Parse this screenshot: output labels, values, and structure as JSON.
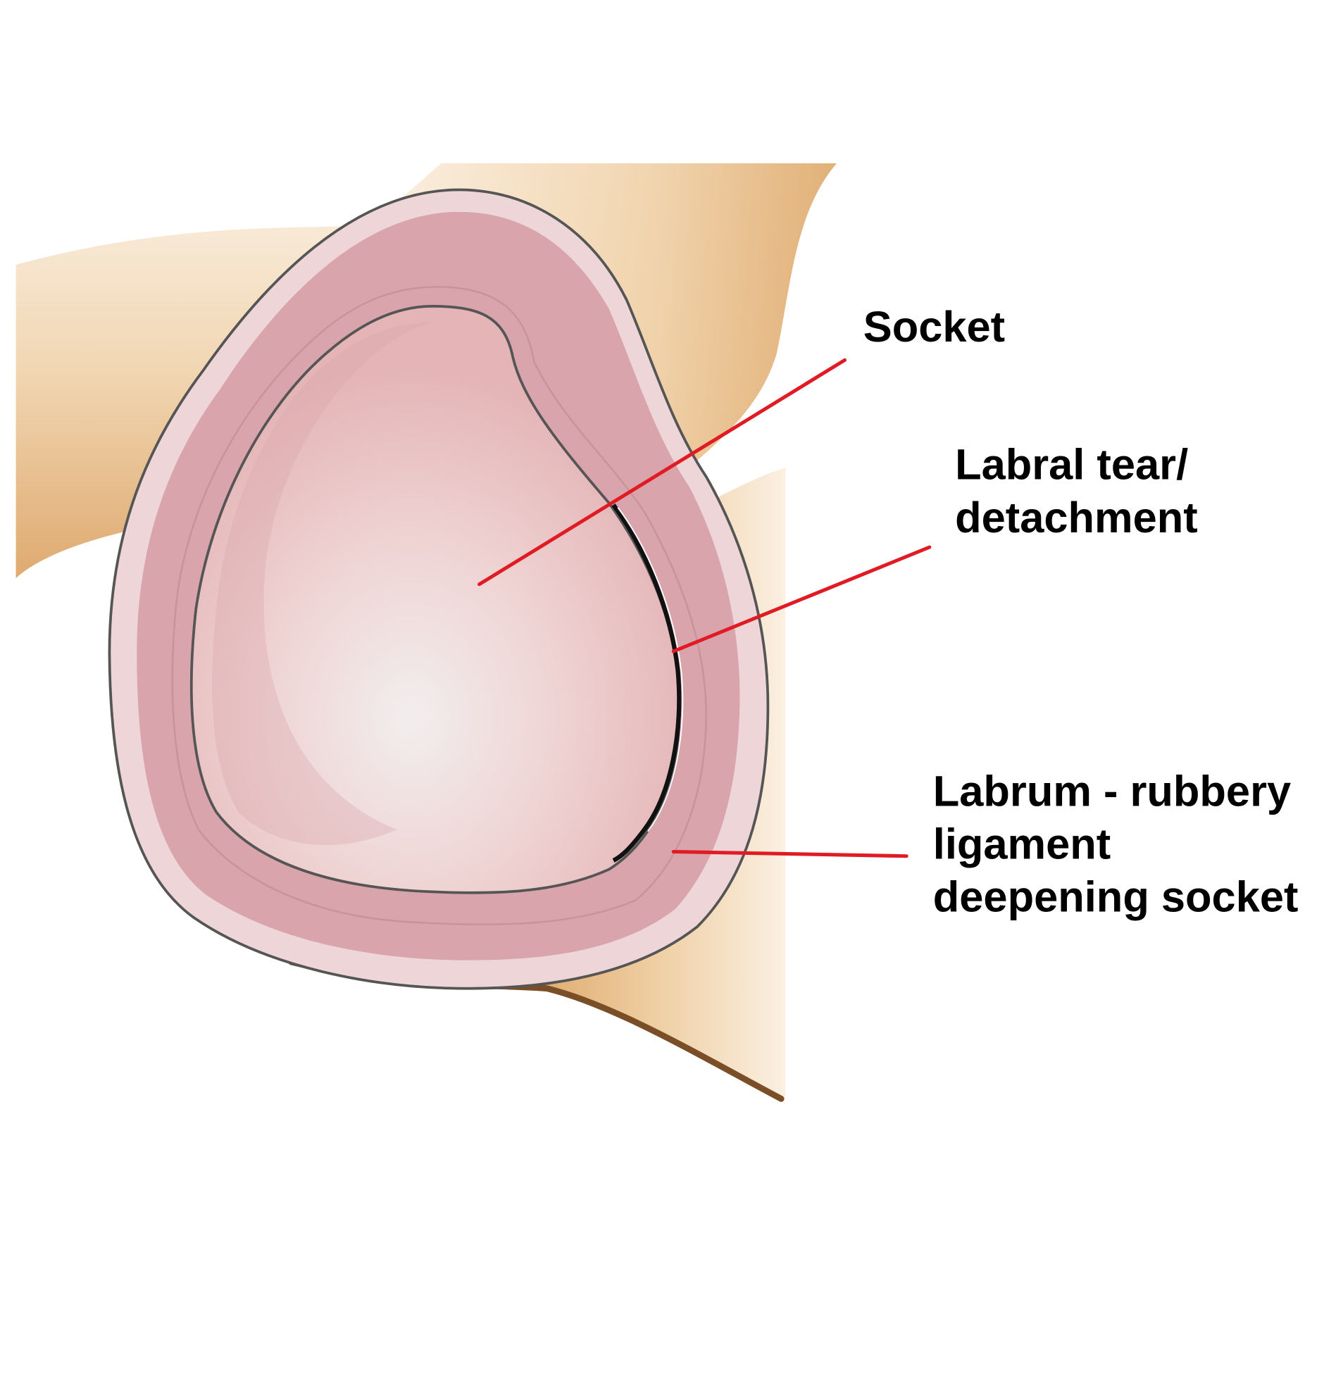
{
  "diagram": {
    "labels": {
      "socket": "Socket",
      "tear_line1": "Labral tear/",
      "tear_line2": "detachment",
      "labrum_line1": "Labrum - rubbery",
      "labrum_line2": "ligament",
      "labrum_line3": "deepening socket"
    },
    "colors": {
      "bone": "#e2b27a",
      "labrum": "#d9a4ac",
      "socket": "#ecc8c8",
      "leader": "#e01b24",
      "outline": "#555555"
    }
  }
}
